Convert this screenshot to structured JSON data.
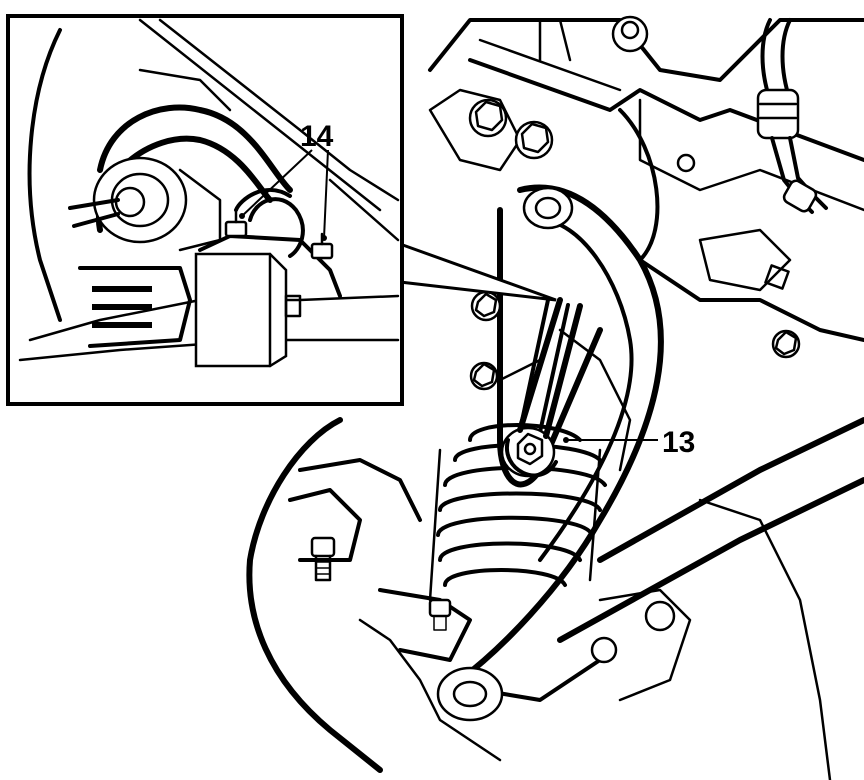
{
  "diagram": {
    "callouts": [
      {
        "id": "13",
        "label": "13"
      },
      {
        "id": "14",
        "label": "14"
      }
    ],
    "colors": {
      "line": "#000000",
      "background": "#ffffff"
    }
  }
}
